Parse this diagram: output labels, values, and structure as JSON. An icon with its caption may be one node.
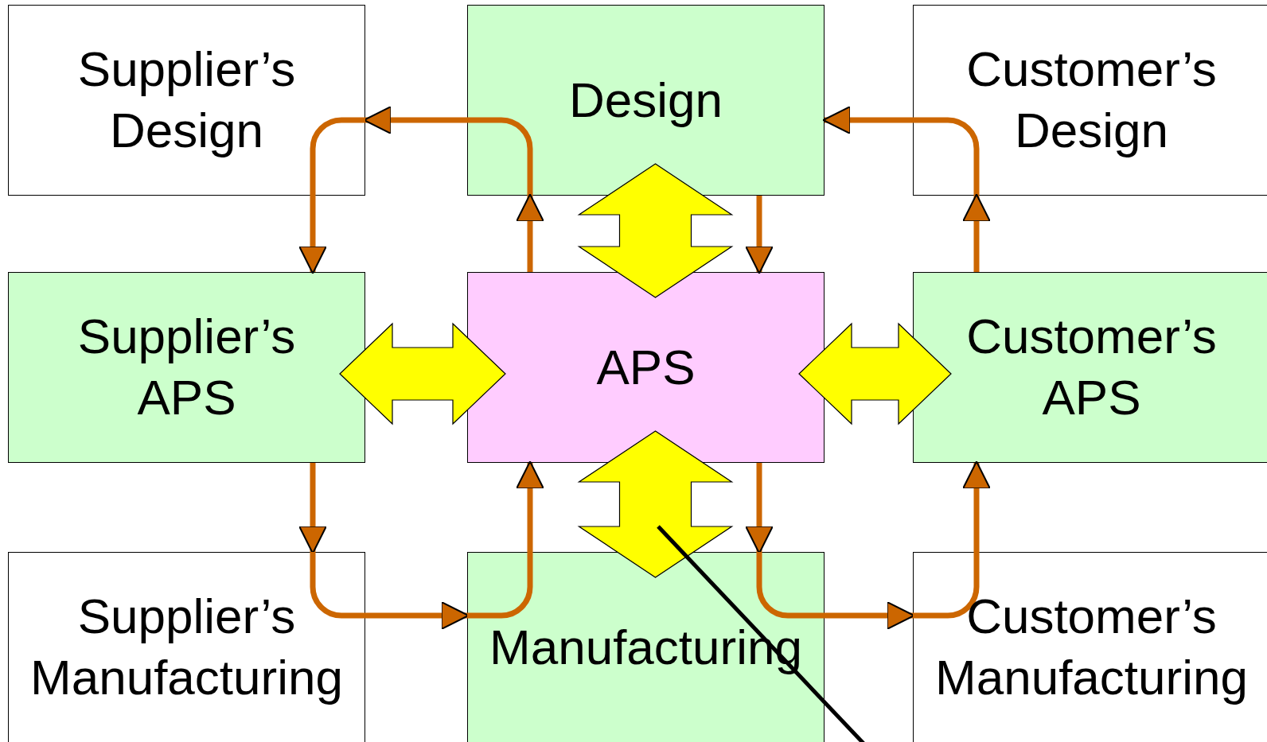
{
  "diagram": {
    "nodes": [
      {
        "text": [
          "Supplier’s Design"
        ]
      },
      {
        "text": [
          "Design"
        ]
      },
      {
        "text": [
          "Customer’s Design"
        ]
      },
      {
        "text": [
          "Supplier’s APS"
        ]
      },
      {
        "text": [
          "APS"
        ]
      },
      {
        "text": [
          "Customer’s APS"
        ]
      },
      {
        "text": [
          "Supplier’s Manufacturing"
        ]
      },
      {
        "text": [
          "Manufacturing"
        ]
      },
      {
        "text": [
          "Customer’s Manufacturing"
        ]
      }
    ],
    "edges": [
      {
        "from": 1,
        "to": 0,
        "arrow": "to"
      },
      {
        "from": 0,
        "to": 3,
        "arrow": "to"
      },
      {
        "from": 3,
        "to": 6,
        "arrow": "to"
      },
      {
        "from": 6,
        "to": 7,
        "arrow": "to"
      },
      {
        "from": 7,
        "to": 4,
        "arrow": "to"
      },
      {
        "from": 4,
        "to": 1,
        "arrow": "to"
      },
      {
        "from": 2,
        "to": 1,
        "arrow": "to"
      },
      {
        "from": 1,
        "to": 4,
        "arrow": "to"
      },
      {
        "from": 4,
        "to": 7,
        "arrow": "to"
      },
      {
        "from": 7,
        "to": 8,
        "arrow": "to"
      },
      {
        "from": 8,
        "to": 5,
        "arrow": "to"
      },
      {
        "from": 5,
        "to": 2,
        "arrow": "to"
      },
      {
        "from": 1,
        "to": 4,
        "arrow": "both",
        "style": "thick",
        "color": "#ffff00"
      },
      {
        "from": 3,
        "to": 4,
        "arrow": "both",
        "style": "thick",
        "color": "#ffff00"
      },
      {
        "from": 4,
        "to": 5,
        "arrow": "both",
        "style": "thick",
        "color": "#ffff00"
      },
      {
        "from": 4,
        "to": 7,
        "arrow": "both",
        "style": "thick",
        "color": "#ffff00"
      },
      {
        "from": null,
        "to": 7,
        "arrow": "none",
        "color": "#000000"
      }
    ]
  }
}
